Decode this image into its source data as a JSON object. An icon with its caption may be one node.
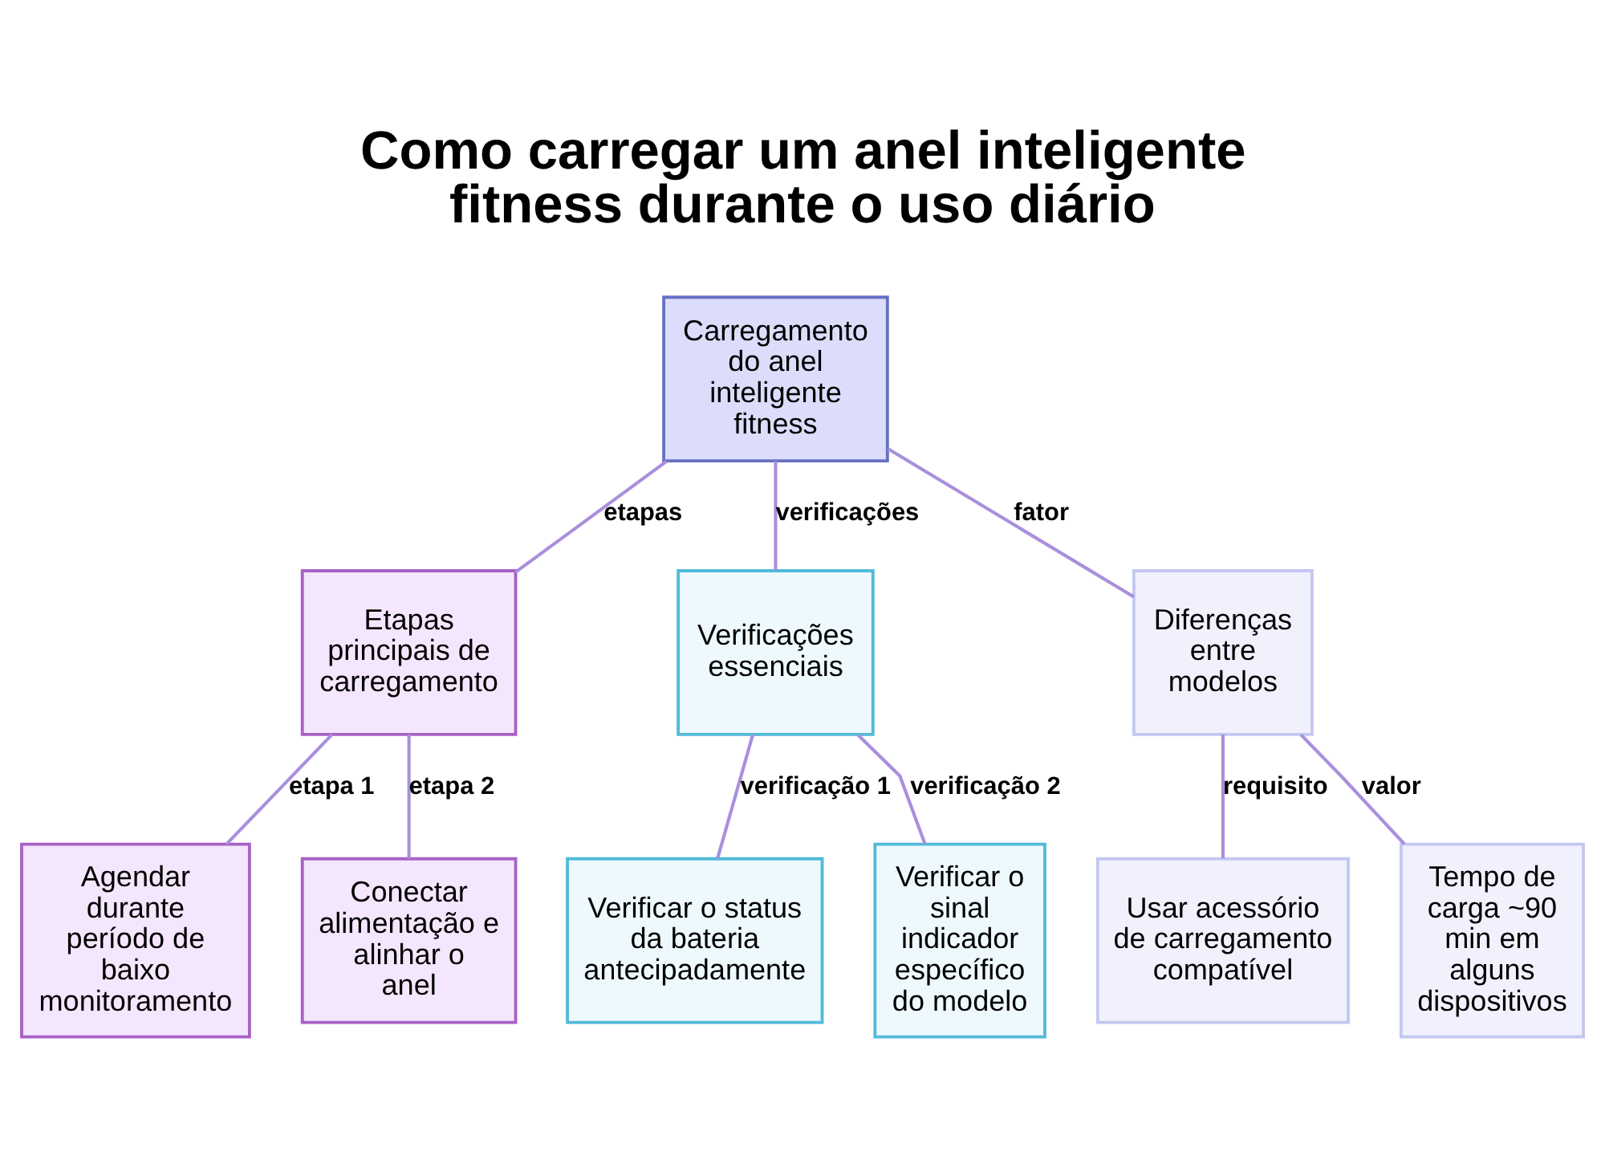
{
  "diagram": {
    "title": "Como carregar um anel inteligente fitness durante o uso diário",
    "nodes": [
      {
        "text": [
          "Carregamento do anel inteligente fitness"
        ]
      },
      {
        "text": [
          "Etapas principais de carregamento"
        ]
      },
      {
        "text": [
          "Verificações essenciais"
        ]
      },
      {
        "text": [
          "Diferenças entre modelos"
        ]
      },
      {
        "text": [
          "Agendar durante período de baixo monitoramento"
        ]
      },
      {
        "text": [
          "Conectar alimentação e alinhar o anel"
        ]
      },
      {
        "text": [
          "Verificar o status da bateria antecipadamente"
        ]
      },
      {
        "text": [
          "Verificar o sinal indicador específico do modelo"
        ]
      },
      {
        "text": [
          "Usar acessório de carregamento compatível"
        ]
      },
      {
        "text": [
          "Tempo de carga ~90 min em alguns dispositivos"
        ]
      }
    ],
    "edges": [
      {
        "from": 0,
        "to": 1,
        "arrow": "none",
        "label": "etapas"
      },
      {
        "from": 0,
        "to": 2,
        "arrow": "none",
        "label": "verificações"
      },
      {
        "from": 0,
        "to": 3,
        "arrow": "none",
        "label": "fator"
      },
      {
        "from": 1,
        "to": 4,
        "arrow": "none",
        "label": "etapa 1"
      },
      {
        "from": 1,
        "to": 5,
        "arrow": "none",
        "label": "etapa 2"
      },
      {
        "from": 2,
        "to": 6,
        "arrow": "none",
        "label": "verificação 1"
      },
      {
        "from": 2,
        "to": 7,
        "arrow": "none",
        "label": "verificação 2"
      },
      {
        "from": 3,
        "to": 8,
        "arrow": "none",
        "label": "requisito"
      },
      {
        "from": 3,
        "to": 9,
        "arrow": "none",
        "label": "valor"
      }
    ]
  }
}
